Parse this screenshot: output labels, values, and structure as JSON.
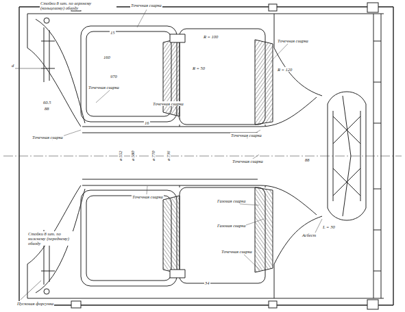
{
  "diagram": {
    "labels": [
      "Стойки 8 шт. по верхнему (кольцевому) обводу",
      "Точечная сварка",
      "R = 100",
      "160",
      "970",
      "R = 50",
      "R = 120",
      "Точечная сварка",
      "Точечная сварка",
      "Точечная сварка",
      "60.5",
      "88",
      "d",
      "Точечная сварка",
      "Точечная сварка",
      "ø 552",
      "ø 580",
      "ø 770",
      "ø 736",
      "88",
      "Точечная сварка",
      "Точечная сварка",
      "Газовая сварка",
      "Газовая сварка",
      "Асбест",
      "L = 30",
      "Точечная сварка",
      "Стойки 8 шт. по нижнему (переднему) обводу",
      "Пусковая форсунка",
      "15",
      "16",
      "34"
    ]
  }
}
